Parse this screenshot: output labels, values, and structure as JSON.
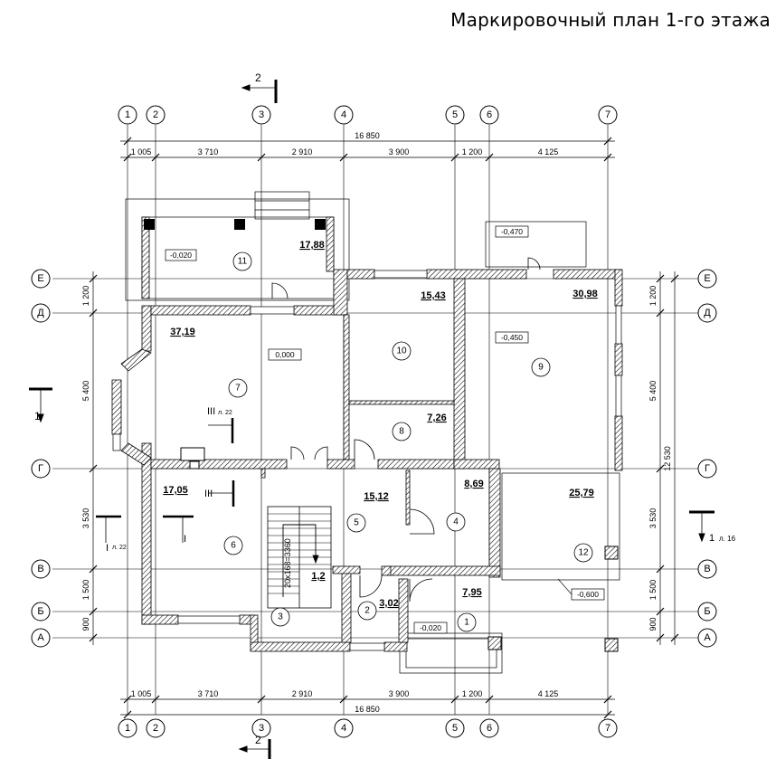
{
  "title": "Маркировочный план 1-го этажа",
  "axes_vertical": [
    "1",
    "2",
    "3",
    "4",
    "5",
    "6",
    "7"
  ],
  "axes_horizontal": [
    "Е",
    "Д",
    "Г",
    "В",
    "Б",
    "А"
  ],
  "dims_top": [
    "1 005",
    "3 710",
    "2 910",
    "3 900",
    "1 200",
    "4 125"
  ],
  "dims_bottom": [
    "1 005",
    "3 710",
    "2 910",
    "3 900",
    "1 200",
    "4 125"
  ],
  "total_top": "16 850",
  "total_bottom": "16 850",
  "dims_left": [
    "1 200",
    "5 400",
    "3 530",
    "1 500",
    "900"
  ],
  "dims_right": [
    "1 200",
    "5 400",
    "3 530",
    "1 500",
    "900"
  ],
  "total_right": "12 530",
  "rooms": [
    {
      "num": "1",
      "area": "7,95"
    },
    {
      "num": "2",
      "area": "3,02"
    },
    {
      "num": "3",
      "area": "1,2"
    },
    {
      "num": "4",
      "area": "8,69"
    },
    {
      "num": "5",
      "area": "15,12"
    },
    {
      "num": "6",
      "area": "17,05"
    },
    {
      "num": "7",
      "area": "37,19"
    },
    {
      "num": "8",
      "area": "7,26"
    },
    {
      "num": "9",
      "area": "30,98"
    },
    {
      "num": "10",
      "area": "15,43"
    },
    {
      "num": "11",
      "area": "17,88"
    },
    {
      "num": "12",
      "area": "25,79"
    }
  ],
  "levels": {
    "r11": "-0,020",
    "r7": "0,000",
    "r9": "-0,450",
    "porch_top": "-0,470",
    "r1": "-0,020",
    "r12": "-0,600"
  },
  "stair_text": "20x168=3360",
  "sections": {
    "s2_top": "2",
    "s2_bottom": "2",
    "s1_left": "1",
    "s1_right": "1",
    "s1_right_sheet": "л. 16",
    "sIII_top": "III",
    "sIII_top_sheet": "л. 22",
    "sIII_mid": "III",
    "sI_num": "I",
    "sI_left": "I",
    "sI_left_sheet": "л. 22"
  }
}
